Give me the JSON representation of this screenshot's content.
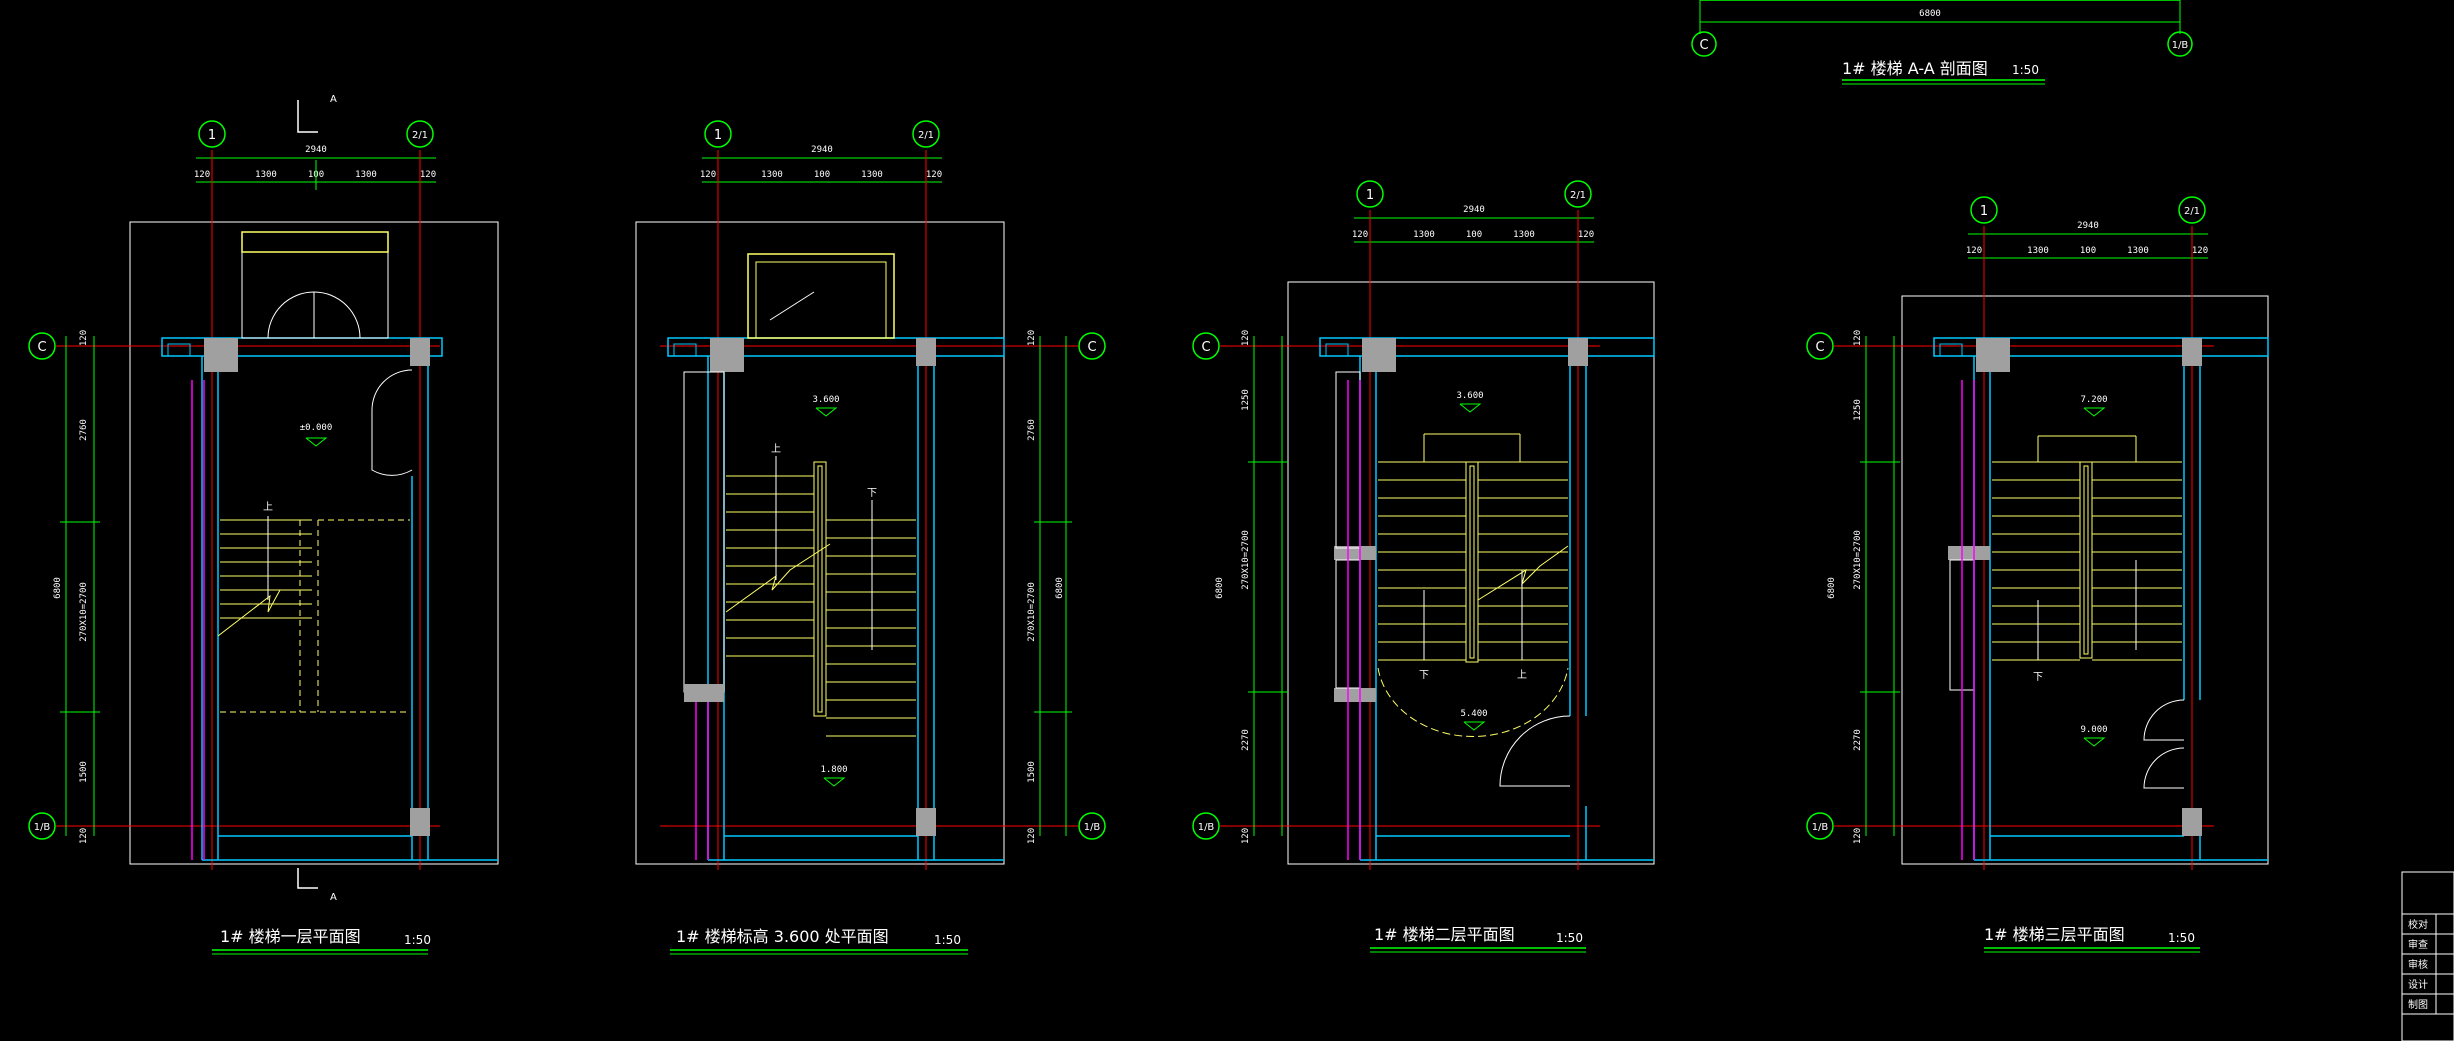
{
  "section": {
    "title": "1# 楼梯    A-A 剖面图",
    "scale": "1:50",
    "dim_total": "6800",
    "axis_left": "C",
    "axis_right": "1/B"
  },
  "plans": [
    {
      "title": "1# 楼梯一层平面图",
      "scale": "1:50",
      "axis_top_left": "1",
      "axis_top_right": "2/1",
      "axis_left_top": "C",
      "axis_left_bottom": "1/B",
      "dim_top_total": "2940",
      "dim_top_parts": [
        "120",
        "1300",
        "100",
        "1300",
        "120"
      ],
      "dim_left_total": "6800",
      "dim_left_parts": [
        "120",
        "2760",
        "270X10=2700",
        "1500",
        "120"
      ],
      "level": "±0.000",
      "up_label": "上",
      "section_mark": "A"
    },
    {
      "title": "1# 楼梯标高    3.600  处平面图",
      "scale": "1:50",
      "axis_top_left": "1",
      "axis_top_right": "2/1",
      "axis_right_top": "C",
      "axis_right_bottom": "1/B",
      "dim_top_total": "2940",
      "dim_top_parts": [
        "120",
        "1300",
        "100",
        "1300",
        "120"
      ],
      "dim_right_total": "6800",
      "dim_right_parts": [
        "120",
        "2760",
        "270X10=2700",
        "1500",
        "120"
      ],
      "level_top": "3.600",
      "level_bottom": "1.800",
      "up_label": "上",
      "down_label": "下"
    },
    {
      "title": "1# 楼梯二层平面图",
      "scale": "1:50",
      "axis_top_left": "1",
      "axis_top_right": "2/1",
      "axis_left_top": "C",
      "axis_left_bottom": "1/B",
      "dim_top_total": "2940",
      "dim_top_parts": [
        "120",
        "1300",
        "100",
        "1300",
        "120"
      ],
      "dim_left_total": "6800",
      "dim_left_parts": [
        "120",
        "1250",
        "270X10=2700",
        "2270",
        "120"
      ],
      "level_top": "3.600",
      "level_bottom": "5.400",
      "up_label": "上",
      "down_label": "下"
    },
    {
      "title": "1# 楼梯三层平面图",
      "scale": "1:50",
      "axis_top_left": "1",
      "axis_top_right": "2/1",
      "axis_left_top": "C",
      "axis_left_bottom": "1/B",
      "dim_top_total": "2940",
      "dim_top_parts": [
        "120",
        "1300",
        "100",
        "1300",
        "120"
      ],
      "dim_left_total": "6800",
      "dim_left_parts": [
        "120",
        "1250",
        "270X10=2700",
        "2270",
        "120"
      ],
      "level_top": "7.200",
      "level_bottom": "9.000",
      "down_label": "下"
    }
  ],
  "title_block": {
    "rows": [
      "校对",
      "审查",
      "审核",
      "设计",
      "制图"
    ]
  },
  "colors": {
    "background": "#000000",
    "wall": "#00c8ff",
    "dimension": "#00ff00",
    "stair": "#ffff66",
    "grid": "#ff0000",
    "window": "#ff00ff",
    "text": "#ffffff",
    "column": "#a0a0a0"
  }
}
